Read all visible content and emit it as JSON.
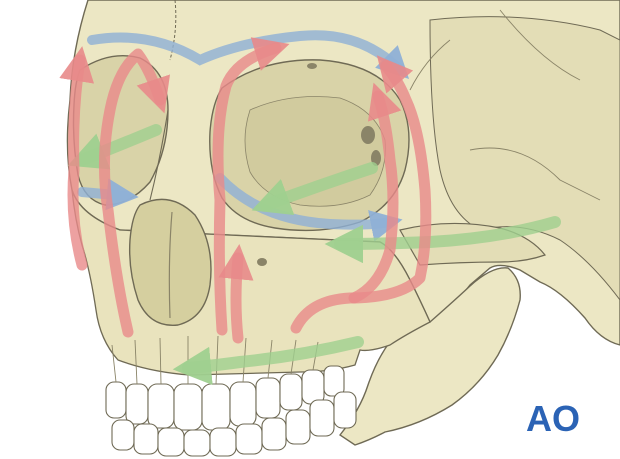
{
  "figure": {
    "subject": "skull-anterolateral-view",
    "logo_text": "AO"
  },
  "colors": {
    "bone": "#ece7c4",
    "bone_shade": "#d9d3a8",
    "outline": "#6f6a55",
    "vertical_buttress": "#e88a8a",
    "horizontal_buttress_blue": "#8fb0d6",
    "horizontal_buttress_green": "#9fd08f",
    "logo": "#2b63b5"
  },
  "legend_groups": {
    "red_arrows": "vertical-buttresses",
    "blue_arrows": "upper-horizontal-buttresses",
    "green_arrows": "lower-horizontal-buttresses"
  }
}
